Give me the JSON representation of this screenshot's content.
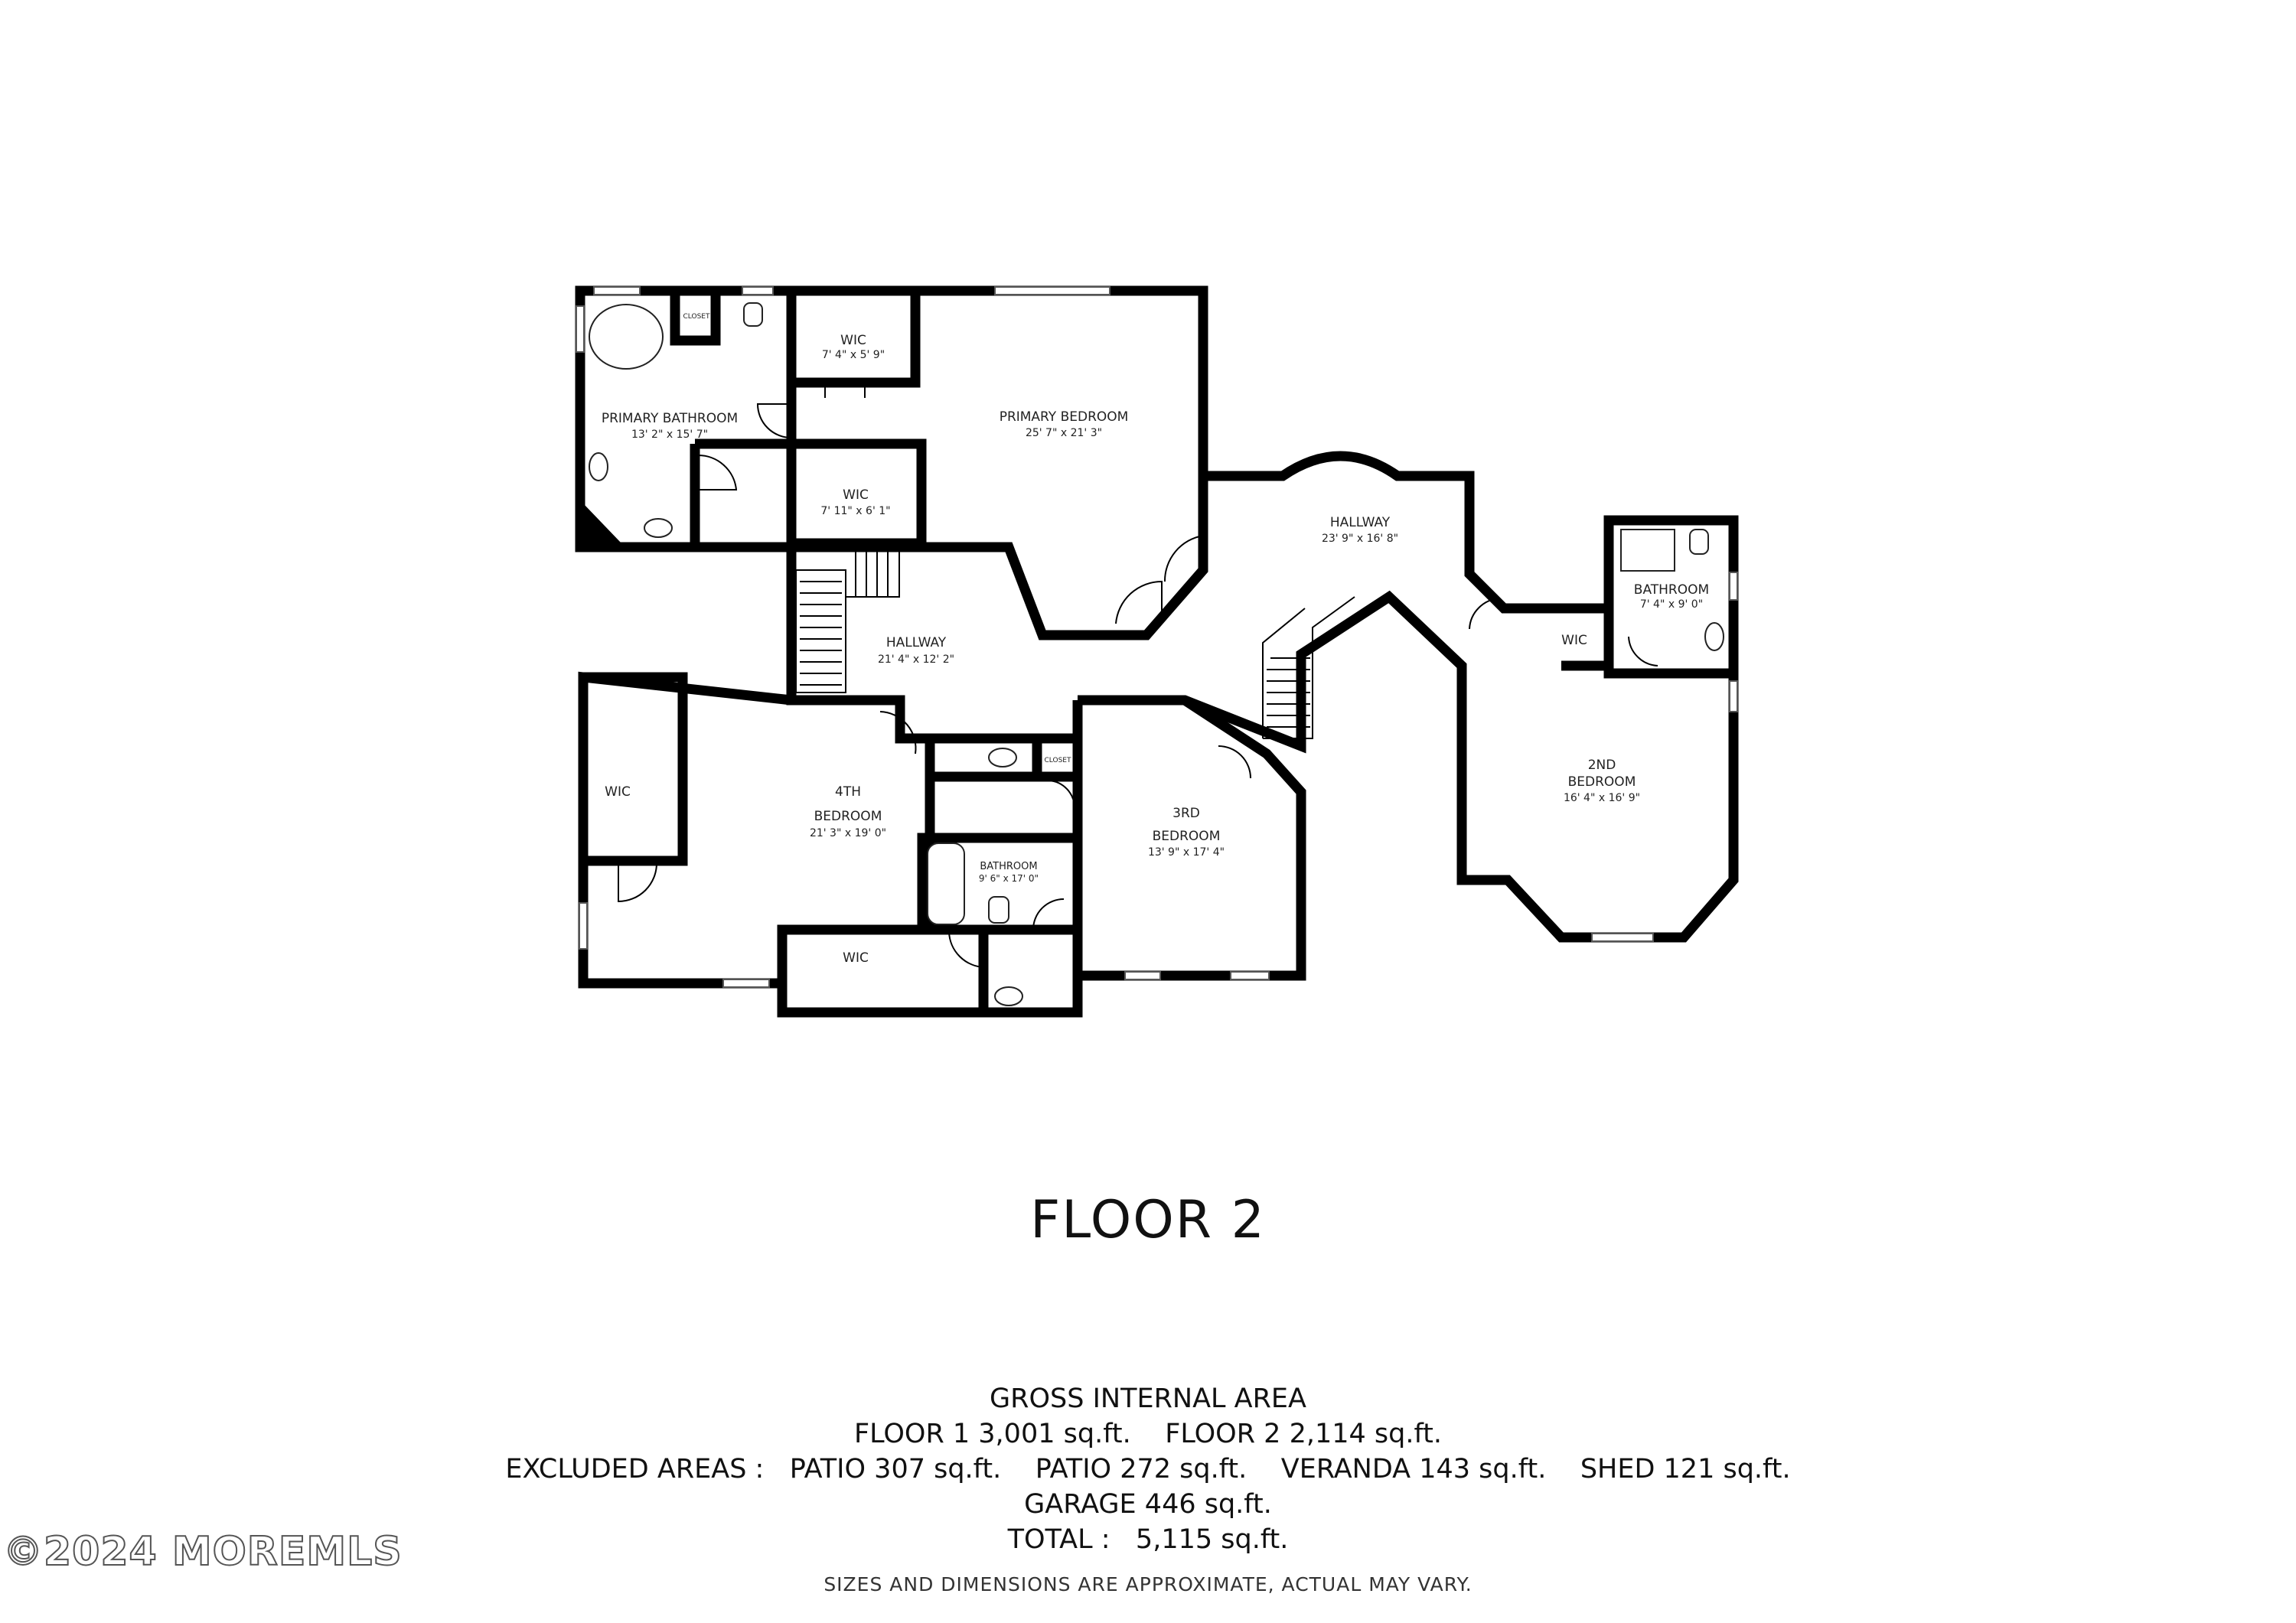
{
  "floor_title": "FLOOR 2",
  "rooms": {
    "primary_bathroom": {
      "name": "PRIMARY BATHROOM",
      "dim": "13' 2\" x 15' 7\""
    },
    "closet_top": {
      "name": "CLOSET"
    },
    "wic_top": {
      "name": "WIC",
      "dim": "7' 4\" x 5' 9\""
    },
    "primary_bedroom": {
      "name": "PRIMARY BEDROOM",
      "dim": "25' 7\" x 21' 3\""
    },
    "wic_mid": {
      "name": "WIC",
      "dim": "7' 11\" x 6' 1\""
    },
    "hallway_right": {
      "name": "HALLWAY",
      "dim": "23' 9\" x 16' 8\""
    },
    "bathroom_right": {
      "name": "BATHROOM",
      "dim": "7' 4\" x 9' 0\""
    },
    "wic_right": {
      "name": "WIC"
    },
    "hallway_center": {
      "name": "HALLWAY",
      "dim": "21' 4\" x 12' 2\""
    },
    "second_bedroom": {
      "name": "2ND",
      "name2": "BEDROOM",
      "dim": "16' 4\" x 16' 9\""
    },
    "wic_left": {
      "name": "WIC"
    },
    "fourth_bedroom": {
      "name": "4TH",
      "name2": "BEDROOM",
      "dim": "21' 3\" x 19' 0\""
    },
    "closet_center": {
      "name": "CLOSET"
    },
    "third_bedroom": {
      "name": "3RD",
      "name2": "BEDROOM",
      "dim": "13' 9\" x 17' 4\""
    },
    "bathroom_center": {
      "name": "BATHROOM",
      "dim": "9' 6\" x 17' 0\""
    },
    "wic_bottom": {
      "name": "WIC"
    }
  },
  "area": {
    "heading": "GROSS INTERNAL AREA",
    "floors": "FLOOR 1 3,001 sq.ft.    FLOOR 2 2,114 sq.ft.",
    "excluded": "EXCLUDED AREAS :   PATIO 307 sq.ft.    PATIO 272 sq.ft.    VERANDA 143 sq.ft.    SHED 121 sq.ft.",
    "garage": "GARAGE 446 sq.ft.",
    "total": "TOTAL :   5,115 sq.ft."
  },
  "disclaimer": "SIZES AND DIMENSIONS ARE APPROXIMATE, ACTUAL MAY VARY.",
  "watermark": "©2024 MOREMLS"
}
